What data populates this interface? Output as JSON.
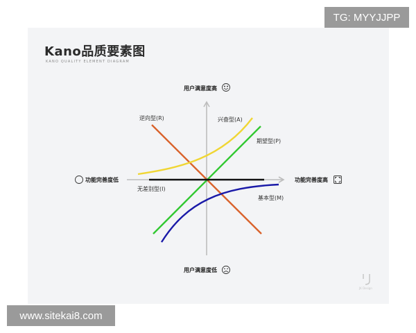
{
  "header": {
    "title": "Kano品质要素图",
    "subtitle": "KANO QUALITY ELEMENT DIAGRAM"
  },
  "axes": {
    "top": "用户满意度高",
    "bottom": "用户满意度低",
    "left": "功能完善度低",
    "right": "功能完善度高"
  },
  "curves": {
    "reverse": {
      "label": "逆向型(R)",
      "color": "#d9622b"
    },
    "attractive": {
      "label": "兴奋型(A)",
      "color": "#f0d634"
    },
    "one_dimensional": {
      "label": "期望型(P)",
      "color": "#32c832"
    },
    "indifferent": {
      "label": "无差别型(I)",
      "color": "#111111"
    },
    "must_be": {
      "label": "基本型(M)",
      "color": "#1a1aa8"
    }
  },
  "watermarks": {
    "top": "TG: MYYJJPP",
    "bottom": "www.sitekai8.com"
  },
  "logo_text": "JK Design",
  "icons": {
    "happy": "smile-face-icon",
    "sad": "frown-face-icon",
    "left": "empty-circle-icon",
    "right": "full-frame-icon"
  }
}
